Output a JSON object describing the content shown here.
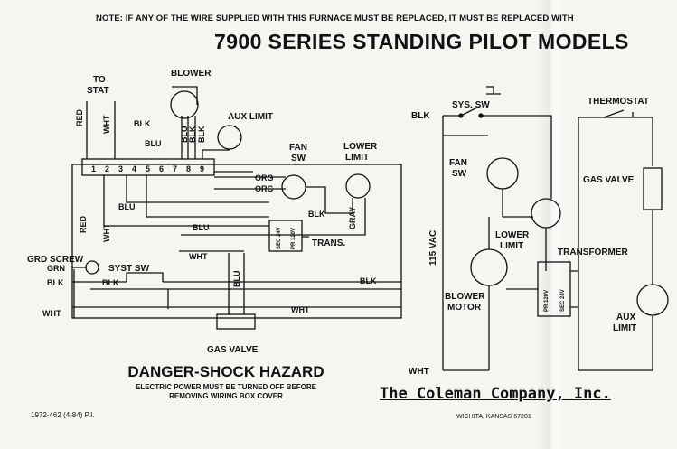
{
  "header": {
    "note": "NOTE: IF ANY OF THE WIRE SUPPLIED WITH THIS FURNACE MUST BE REPLACED, IT MUST BE REPLACED WITH",
    "title": "7900 SERIES STANDING PILOT MODELS"
  },
  "left_diagram": {
    "to_stat": "TO",
    "to_stat_2": "STAT",
    "blower": "BLOWER",
    "aux_limit": "AUX LIMIT",
    "fan_sw": "FAN",
    "fan_sw_2": "SW",
    "lower_limit": "LOWER",
    "lower_limit_2": "LIMIT",
    "trans": "TRANS.",
    "grd_screw": "GRD SCREW",
    "syst_sw": "SYST SW",
    "gas_valve": "GAS VALVE",
    "terminals": [
      "1",
      "2",
      "3",
      "4",
      "5",
      "6",
      "7",
      "8",
      "9"
    ],
    "wires": {
      "red": "RED",
      "wht": "WHT",
      "blk": "BLK",
      "blu": "BLU",
      "org": "ORG",
      "gray": "GRAY",
      "grn": "GRN"
    },
    "transformer_labels": [
      "SEC 24V",
      "PR 120V"
    ]
  },
  "right_diagram": {
    "sys_sw": "SYS. SW",
    "blk": "BLK",
    "thermostat": "THERMOSTAT",
    "fan_sw": "FAN",
    "fan_sw_2": "SW",
    "gas_valve": "GAS VALVE",
    "volts": "115 VAC",
    "lower_limit": "LOWER",
    "lower_limit_2": "LIMIT",
    "transformer": "TRANSFORMER",
    "blower_motor": "BLOWER",
    "blower_motor_2": "MOTOR",
    "aux_limit": "AUX",
    "aux_limit_2": "LIMIT",
    "wht": "WHT",
    "transformer_labels": [
      "PR 120V",
      "SEC 24V"
    ]
  },
  "footer": {
    "danger": "DANGER-SHOCK HAZARD",
    "danger_sub_1": "ELECTRIC POWER MUST BE TURNED OFF BEFORE",
    "danger_sub_2": "REMOVING WIRING BOX COVER",
    "part_number": "1972-462   (4-84)  P.I.",
    "company": "The Coleman Company, Inc.",
    "city": "WICHITA, KANSAS 67201"
  }
}
